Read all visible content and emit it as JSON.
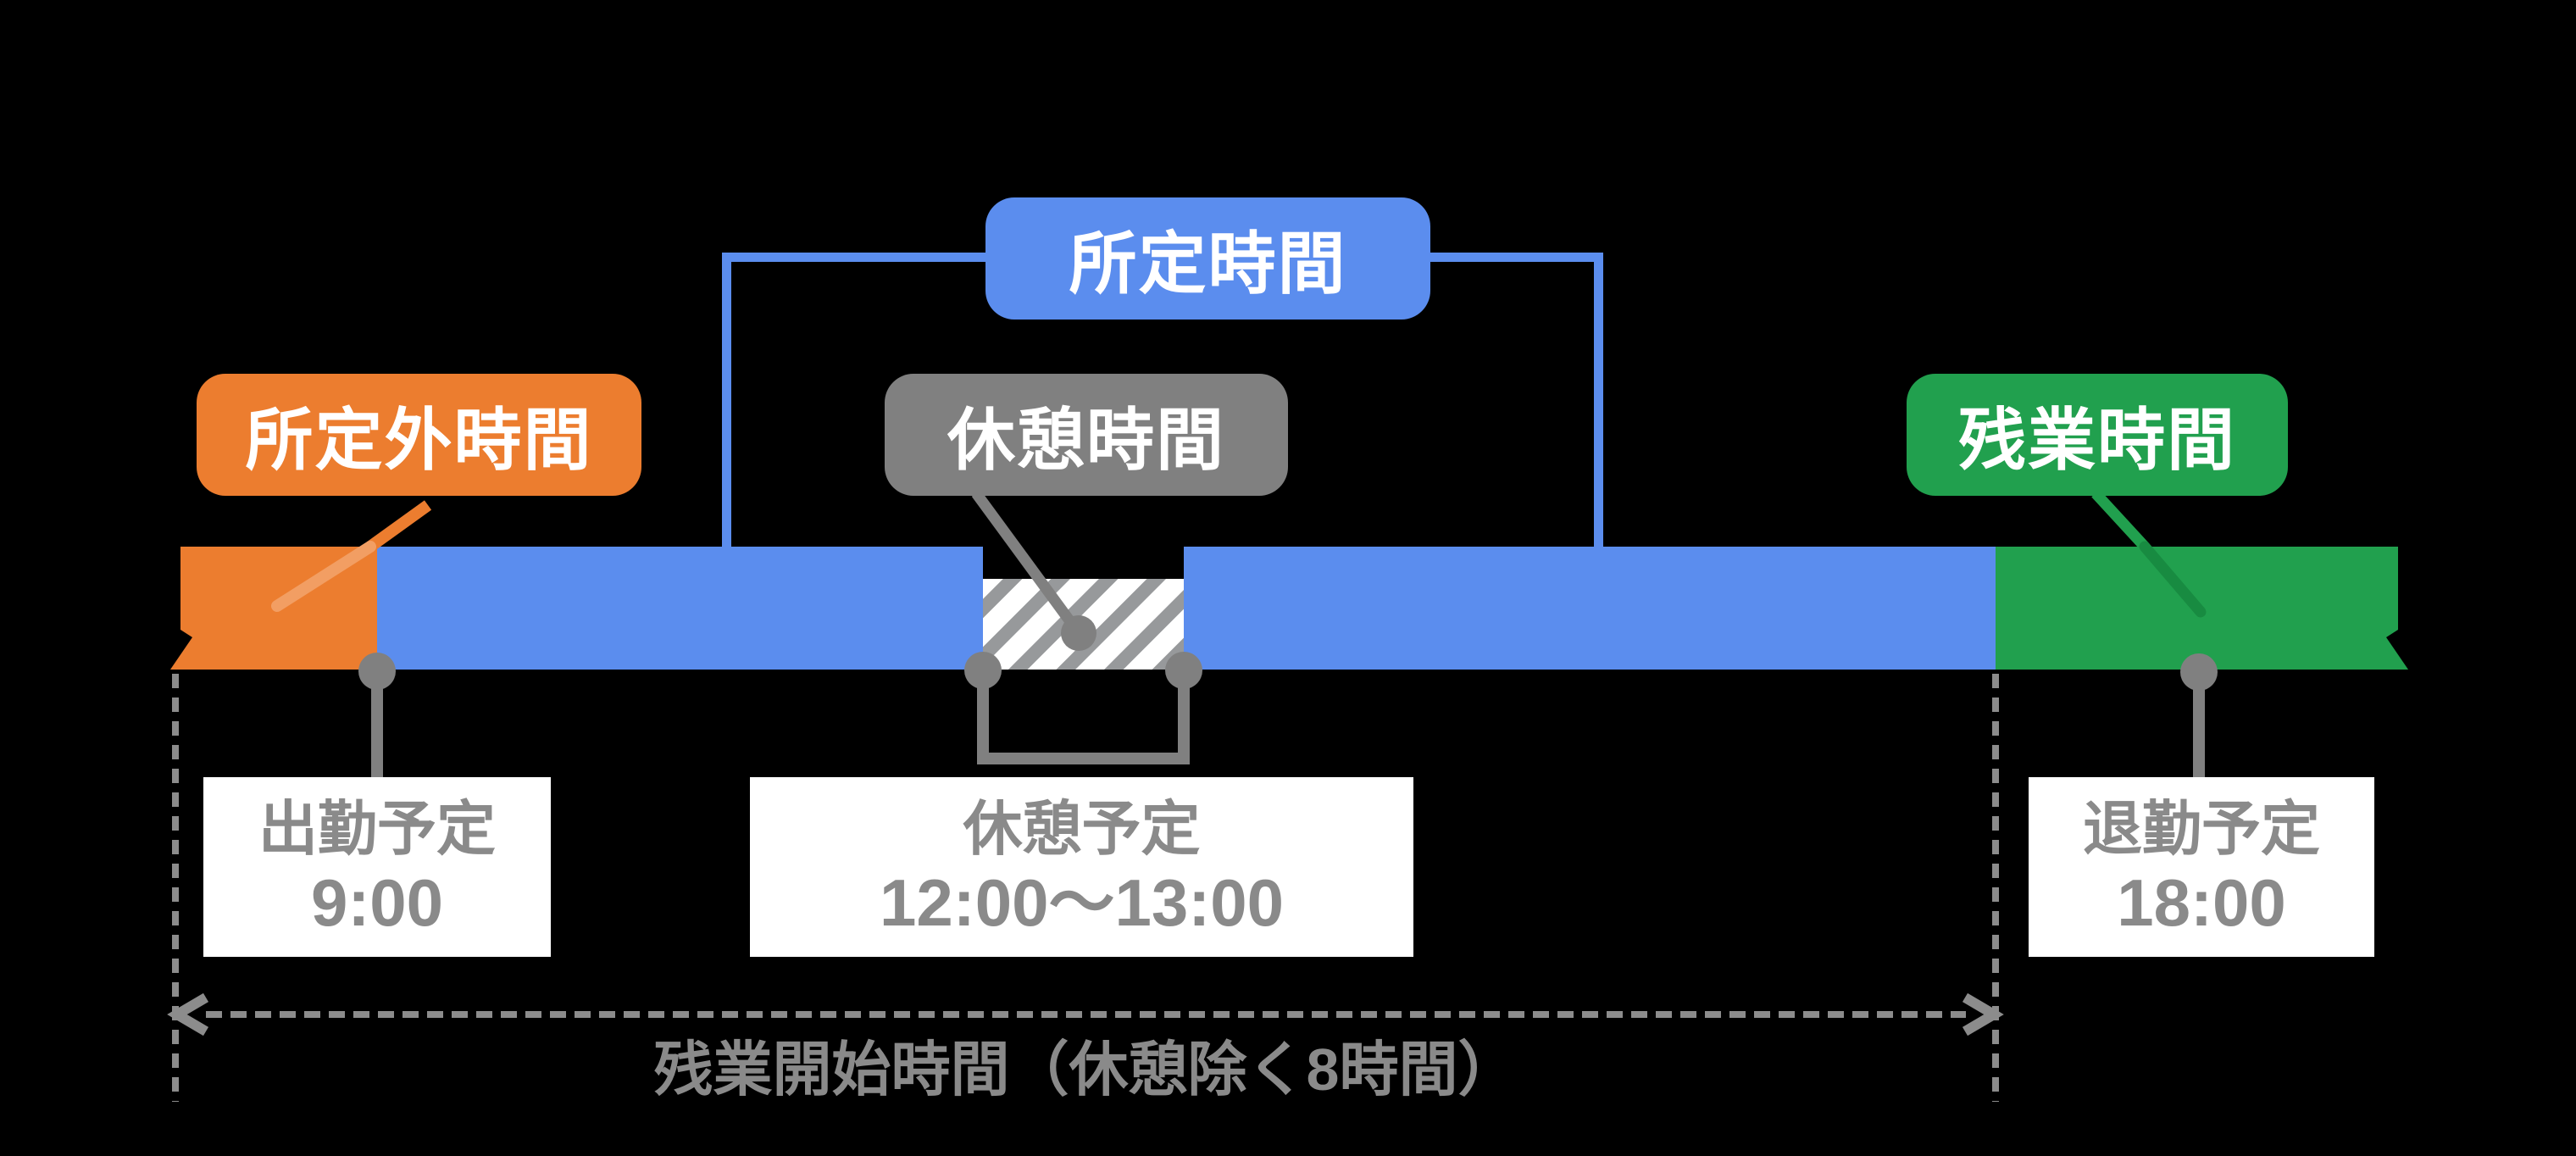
{
  "diagram": {
    "background": "#000000",
    "badges": {
      "scheduled": {
        "label": "所定時間",
        "color": "#5B8DEE"
      },
      "outside": {
        "label": "所定外時間",
        "color": "#EC7D2F"
      },
      "break": {
        "label": "休憩時間",
        "color": "#808080"
      },
      "overtime": {
        "label": "残業時間",
        "color": "#21A04E"
      }
    },
    "timeline": {
      "clock_in": {
        "title": "出勤予定",
        "time": "9:00"
      },
      "break": {
        "title": "休憩予定",
        "time": "12:00〜13:00"
      },
      "clock_out": {
        "title": "退勤予定",
        "time": "18:00"
      }
    },
    "footer": {
      "label": "残業開始時間（休憩除く8時間）"
    },
    "colors": {
      "bar_outside": "#EC7D2F",
      "bar_scheduled": "#5B8DEE",
      "bar_overtime": "#21A04E",
      "hatch_stripe": "#97999B",
      "hatch_bg": "#FFFFFF",
      "marker_gray": "#808080",
      "dashed_gray": "#8C8C8C",
      "box_text_gray": "#8A8A8A",
      "box_bg": "#FFFFFF"
    }
  }
}
